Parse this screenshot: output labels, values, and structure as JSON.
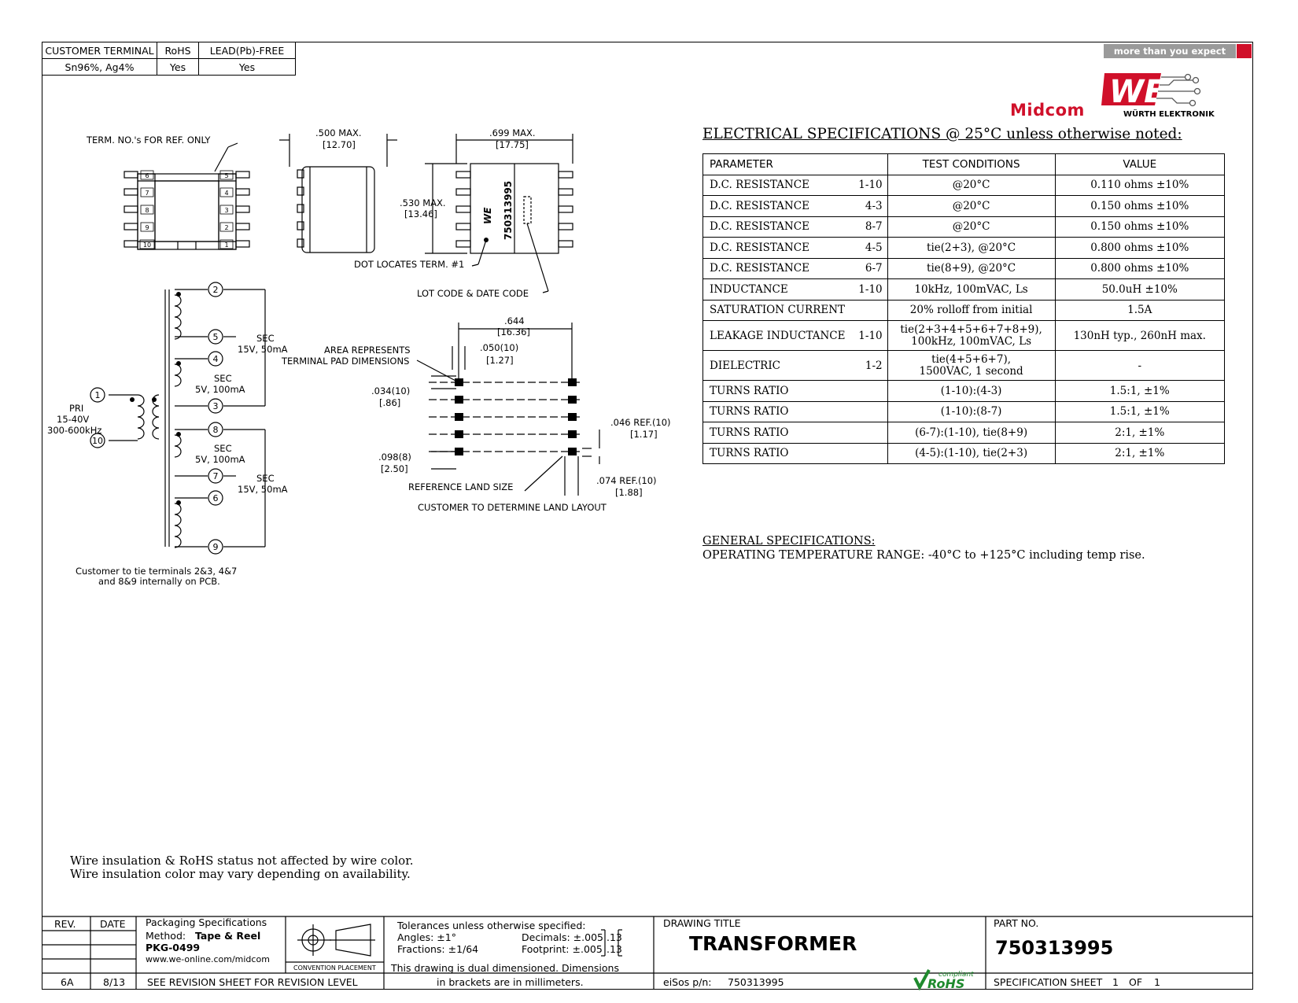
{
  "terminal_table": {
    "headers": [
      "CUSTOMER TERMINAL",
      "RoHS",
      "LEAD(Pb)-FREE"
    ],
    "values": [
      "Sn96%, Ag4%",
      "Yes",
      "Yes"
    ]
  },
  "brand": {
    "tagline": "more than you expect",
    "midcom": "Midcom",
    "we_mark": "WE",
    "wurth": "WÜRTH ELEKTRONIK",
    "accent": "#d0102a",
    "tag_bg": "#9a9a9a"
  },
  "drawing": {
    "term_ref": "TERM. NO.'s FOR REF. ONLY",
    "left_pins": [
      "6",
      "7",
      "8",
      "9",
      "10"
    ],
    "right_pins": [
      "5",
      "4",
      "3",
      "2",
      "1"
    ],
    "dim_500": ".500 MAX.",
    "dim_500_mm": "[12.70]",
    "dim_699": ".699 MAX.",
    "dim_699_mm": "[17.75]",
    "dim_530": ".530 MAX.",
    "dim_530_mm": "[13.46]",
    "part_marking": "750313995",
    "dot_locates": "DOT LOCATES TERM. #1",
    "lot_code": "LOT CODE & DATE CODE",
    "dim_644": ".644",
    "dim_644_mm": "[16.36]",
    "dim_050": ".050(10)",
    "dim_050_mm": "[1.27]",
    "area_1": "AREA REPRESENTS",
    "area_2": "TERMINAL PAD DIMENSIONS",
    "dim_034": ".034(10)",
    "dim_034_mm": "[.86]",
    "dim_098": ".098(8)",
    "dim_098_mm": "[2.50]",
    "dim_046": ".046 REF.(10)",
    "dim_046_mm": "[1.17]",
    "dim_074": ".074 REF.(10)",
    "dim_074_mm": "[1.88]",
    "ref_land": "REFERENCE LAND SIZE",
    "customer_land": "CUSTOMER TO DETERMINE LAND LAYOUT",
    "sch_pri_1": "PRI",
    "sch_pri_2": "15-40V",
    "sch_pri_3": "300-600kHz",
    "sch_sec": "SEC",
    "sch_15v": "15V, 50mA",
    "sch_5v": "5V, 100mA",
    "sch_pins": [
      "1",
      "10",
      "2",
      "5",
      "4",
      "3",
      "8",
      "7",
      "6",
      "9"
    ],
    "tie_note_1": "Customer to tie terminals 2&3, 4&7",
    "tie_note_2": "and 8&9 internally on PCB."
  },
  "electrical": {
    "title": "ELECTRICAL SPECIFICATIONS @ 25°C unless otherwise noted:",
    "headers": [
      "PARAMETER",
      "TEST CONDITIONS",
      "VALUE"
    ],
    "rows": [
      {
        "param": "D.C. RESISTANCE",
        "pins": "1-10",
        "test": "@20°C",
        "value": "0.110 ohms ±10%"
      },
      {
        "param": "D.C. RESISTANCE",
        "pins": "4-3",
        "test": "@20°C",
        "value": "0.150 ohms ±10%"
      },
      {
        "param": "D.C. RESISTANCE",
        "pins": "8-7",
        "test": "@20°C",
        "value": "0.150 ohms ±10%"
      },
      {
        "param": "D.C. RESISTANCE",
        "pins": "4-5",
        "test": "tie(2+3), @20°C",
        "value": "0.800 ohms ±10%"
      },
      {
        "param": "D.C. RESISTANCE",
        "pins": "6-7",
        "test": "tie(8+9), @20°C",
        "value": "0.800 ohms ±10%"
      },
      {
        "param": "INDUCTANCE",
        "pins": "1-10",
        "test": "10kHz, 100mVAC, Ls",
        "value": "50.0uH ±10%"
      },
      {
        "param": "SATURATION CURRENT",
        "pins": "",
        "test": "20% rolloff from initial",
        "value": "1.5A"
      },
      {
        "param": "LEAKAGE INDUCTANCE",
        "pins": "1-10",
        "test": "tie(2+3+4+5+6+7+8+9),",
        "test2": "100kHz, 100mVAC, Ls",
        "value": "130nH typ., 260nH max."
      },
      {
        "param": "DIELECTRIC",
        "pins": "1-2",
        "test": "tie(4+5+6+7),",
        "test2": "1500VAC, 1 second",
        "value": "-"
      },
      {
        "param": "TURNS RATIO",
        "pins": "",
        "test": "(1-10):(4-3)",
        "value": "1.5:1, ±1%"
      },
      {
        "param": "TURNS RATIO",
        "pins": "",
        "test": "(1-10):(8-7)",
        "value": "1.5:1, ±1%"
      },
      {
        "param": "TURNS RATIO",
        "pins": "",
        "test": "(6-7):(1-10), tie(8+9)",
        "value": "2:1, ±1%"
      },
      {
        "param": "TURNS RATIO",
        "pins": "",
        "test": "(4-5):(1-10), tie(2+3)",
        "value": "2:1, ±1%"
      }
    ]
  },
  "general": {
    "title": "GENERAL SPECIFICATIONS:",
    "operating": "OPERATING TEMPERATURE RANGE: -40°C to +125°C including temp rise."
  },
  "notes": {
    "line1": "Wire insulation & RoHS status not affected by wire color.",
    "line2": "Wire insulation color may vary depending on availability."
  },
  "title_block": {
    "rev_label": "REV.",
    "date_label": "DATE",
    "rev": "6A",
    "date": "8/13",
    "pkg_title": "Packaging Specifications",
    "pkg_method": "Method:",
    "pkg_method_val": "Tape & Reel",
    "pkg_code": "PKG-0499",
    "pkg_url": "www.we-online.com/midcom",
    "convention": "CONVENTION PLACEMENT",
    "see_rev": "SEE REVISION SHEET FOR REVISION LEVEL",
    "tol_title": "Tolerances unless otherwise specified:",
    "tol_angles": "Angles: ±1°",
    "tol_fractions": "Fractions: ±1/64",
    "tol_decimals": "Decimals: ±.005",
    "tol_decimals_mm": ".13",
    "tol_footprint": "Footprint: ±.005",
    "tol_footprint_mm": ".13",
    "dual_1": "This drawing is dual dimensioned. Dimensions",
    "dual_2": "in brackets are in millimeters.",
    "drawing_title_label": "DRAWING TITLE",
    "drawing_title": "TRANSFORMER",
    "eisos": "eiSos p/n:",
    "eisos_val": "750313995",
    "rohs_compliant": "compliant",
    "rohs": "RoHS",
    "part_label": "PART NO.",
    "part_no": "750313995",
    "sheet_label": "SPECIFICATION SHEET",
    "sheet_no": "1",
    "sheet_of": "OF",
    "sheet_total": "1",
    "rohs_color": "#1f8a2e"
  }
}
